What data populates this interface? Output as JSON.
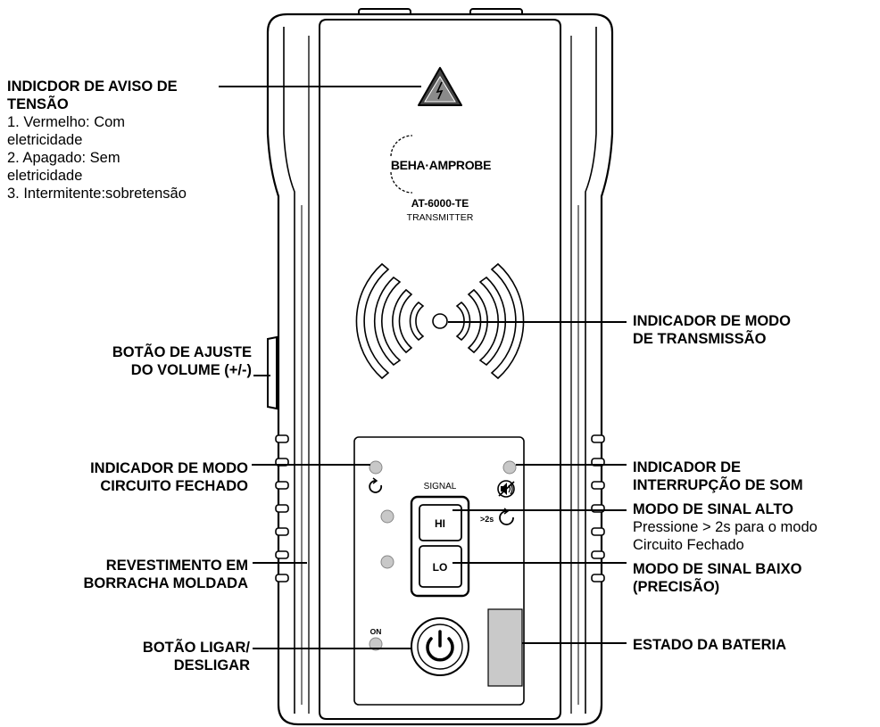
{
  "device": {
    "brand": "BEHA·AMPROBE",
    "model": "AT-6000-TE",
    "subtitle": "TRANSMITTER",
    "signal_label": "SIGNAL",
    "hi_label": "HI",
    "lo_label": "LO",
    "hold_label": ">2s",
    "on_label": "ON"
  },
  "callouts": {
    "voltage_warning": {
      "title": "INDICDOR DE AVISO DE\nTENSÃO",
      "lines": [
        "1. Vermelho: Com",
        "eletricidade",
        "2. Apagado: Sem",
        "eletricidade",
        "3. Intermitente:sobretensão"
      ]
    },
    "volume": {
      "title": "BOTÃO DE AJUSTE\nDO VOLUME (+/-)"
    },
    "closed_circuit": {
      "title": "INDICADOR DE MODO\nCIRCUITO FECHADO"
    },
    "rubber": {
      "title": "REVESTIMENTO EM\nBORRACHA MOLDADA"
    },
    "power": {
      "title": "BOTÃO LIGAR/\nDESLIGAR"
    },
    "transmission": {
      "title": "INDICADOR DE MODO\nDE TRANSMISSÃO"
    },
    "mute": {
      "title": "INDICADOR DE\nINTERRUPÇÃO DE SOM"
    },
    "high_signal": {
      "title": "MODO DE SINAL ALTO",
      "lines": [
        "Pressione > 2s para o modo",
        "Circuito Fechado"
      ]
    },
    "low_signal": {
      "title": "MODO DE SINAL BAIXO\n(PRECISÃO)"
    },
    "battery": {
      "title": "ESTADO DA BATERIA"
    }
  }
}
